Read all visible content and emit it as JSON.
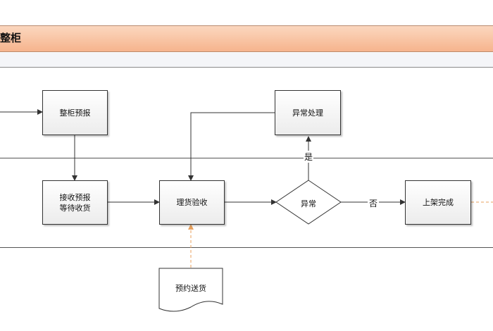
{
  "header": {
    "title": "整柜"
  },
  "nodes": {
    "container_booking": "整柜预报",
    "receive_booking_line1": "接收预报",
    "receive_booking_line2": "等待收货",
    "receiving_inspection": "理货验收",
    "exception_decision": "异常",
    "exception_handling": "异常处理",
    "putaway_complete": "上架完成",
    "scheduled_delivery": "预约送货"
  },
  "edge_labels": {
    "yes": "是",
    "no": "否"
  },
  "colors": {
    "header_band": "#f6b48d",
    "dashed_arrow": "#e8a15e",
    "line": "#333333"
  }
}
